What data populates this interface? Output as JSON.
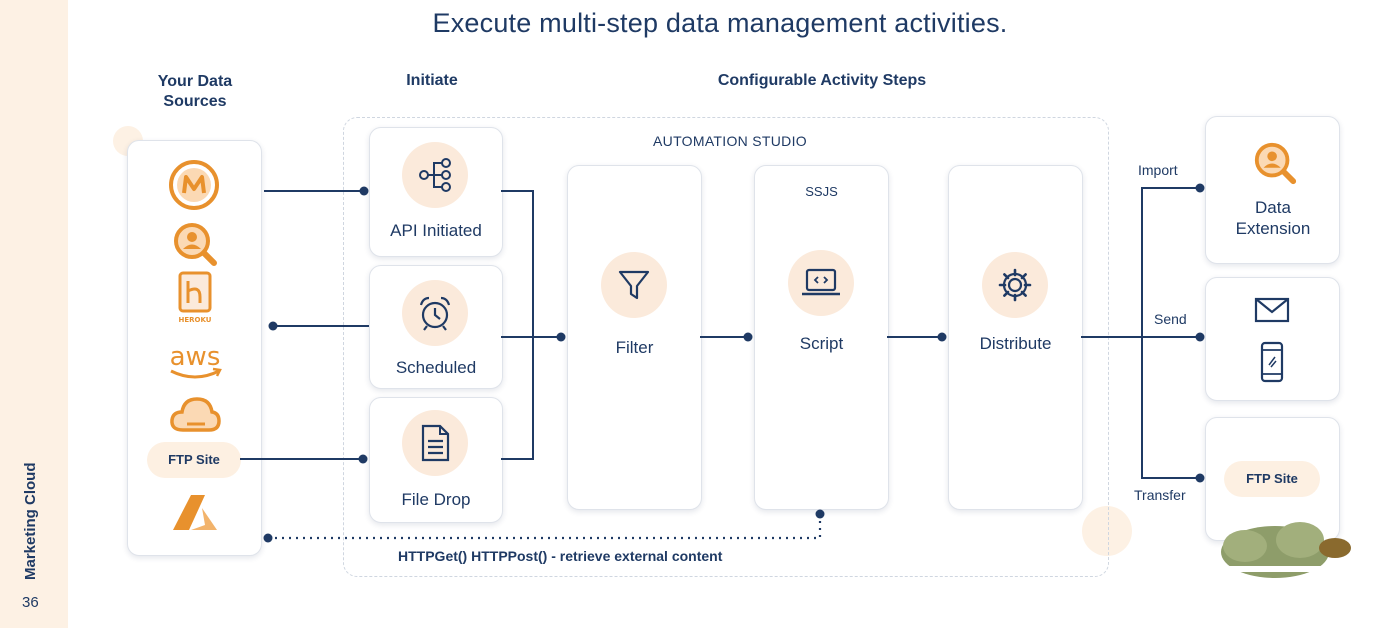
{
  "title": "Execute multi-step data management activities.",
  "sidebar": {
    "label": "Marketing Cloud",
    "page_number": "36"
  },
  "columns": {
    "sources": "Your Data Sources",
    "initiate": "Initiate",
    "steps": "Configurable Activity Steps"
  },
  "studio_label": "AUTOMATION STUDIO",
  "sources": {
    "items": [
      {
        "icon": "mulesoft-icon"
      },
      {
        "icon": "data-search-icon"
      },
      {
        "icon": "heroku-icon",
        "caption": "HEROKU"
      },
      {
        "icon": "aws-icon",
        "caption": "aws"
      },
      {
        "icon": "google-cloud-icon"
      },
      {
        "icon": "ftp-pill",
        "label": "FTP Site"
      },
      {
        "icon": "azure-icon"
      }
    ]
  },
  "initiators": [
    {
      "label": "API Initiated",
      "icon": "api-share-icon"
    },
    {
      "label": "Scheduled",
      "icon": "alarm-clock-icon"
    },
    {
      "label": "File Drop",
      "icon": "document-icon"
    }
  ],
  "steps": [
    {
      "label": "Filter",
      "icon": "filter-icon",
      "tag": ""
    },
    {
      "label": "Script",
      "icon": "laptop-code-icon",
      "tag": "SSJS"
    },
    {
      "label": "Distribute",
      "icon": "gear-icon",
      "tag": ""
    }
  ],
  "edge_labels": {
    "import": "Import",
    "send": "Send",
    "transfer": "Transfer"
  },
  "outputs": [
    {
      "label": "Data Extension",
      "icon": "data-search-icon"
    },
    {
      "icons": [
        "envelope-icon",
        "mobile-phone-icon"
      ]
    },
    {
      "label": "FTP Site",
      "icon": "ftp-pill"
    }
  ],
  "http_label": "HTTPGet() HTTPPost() - retrieve external content",
  "colors": {
    "navy": "#1f3a64",
    "accent_orange": "#e8912d",
    "soft_peach": "#fbeadb",
    "sidebar": "#fdf1e4"
  }
}
